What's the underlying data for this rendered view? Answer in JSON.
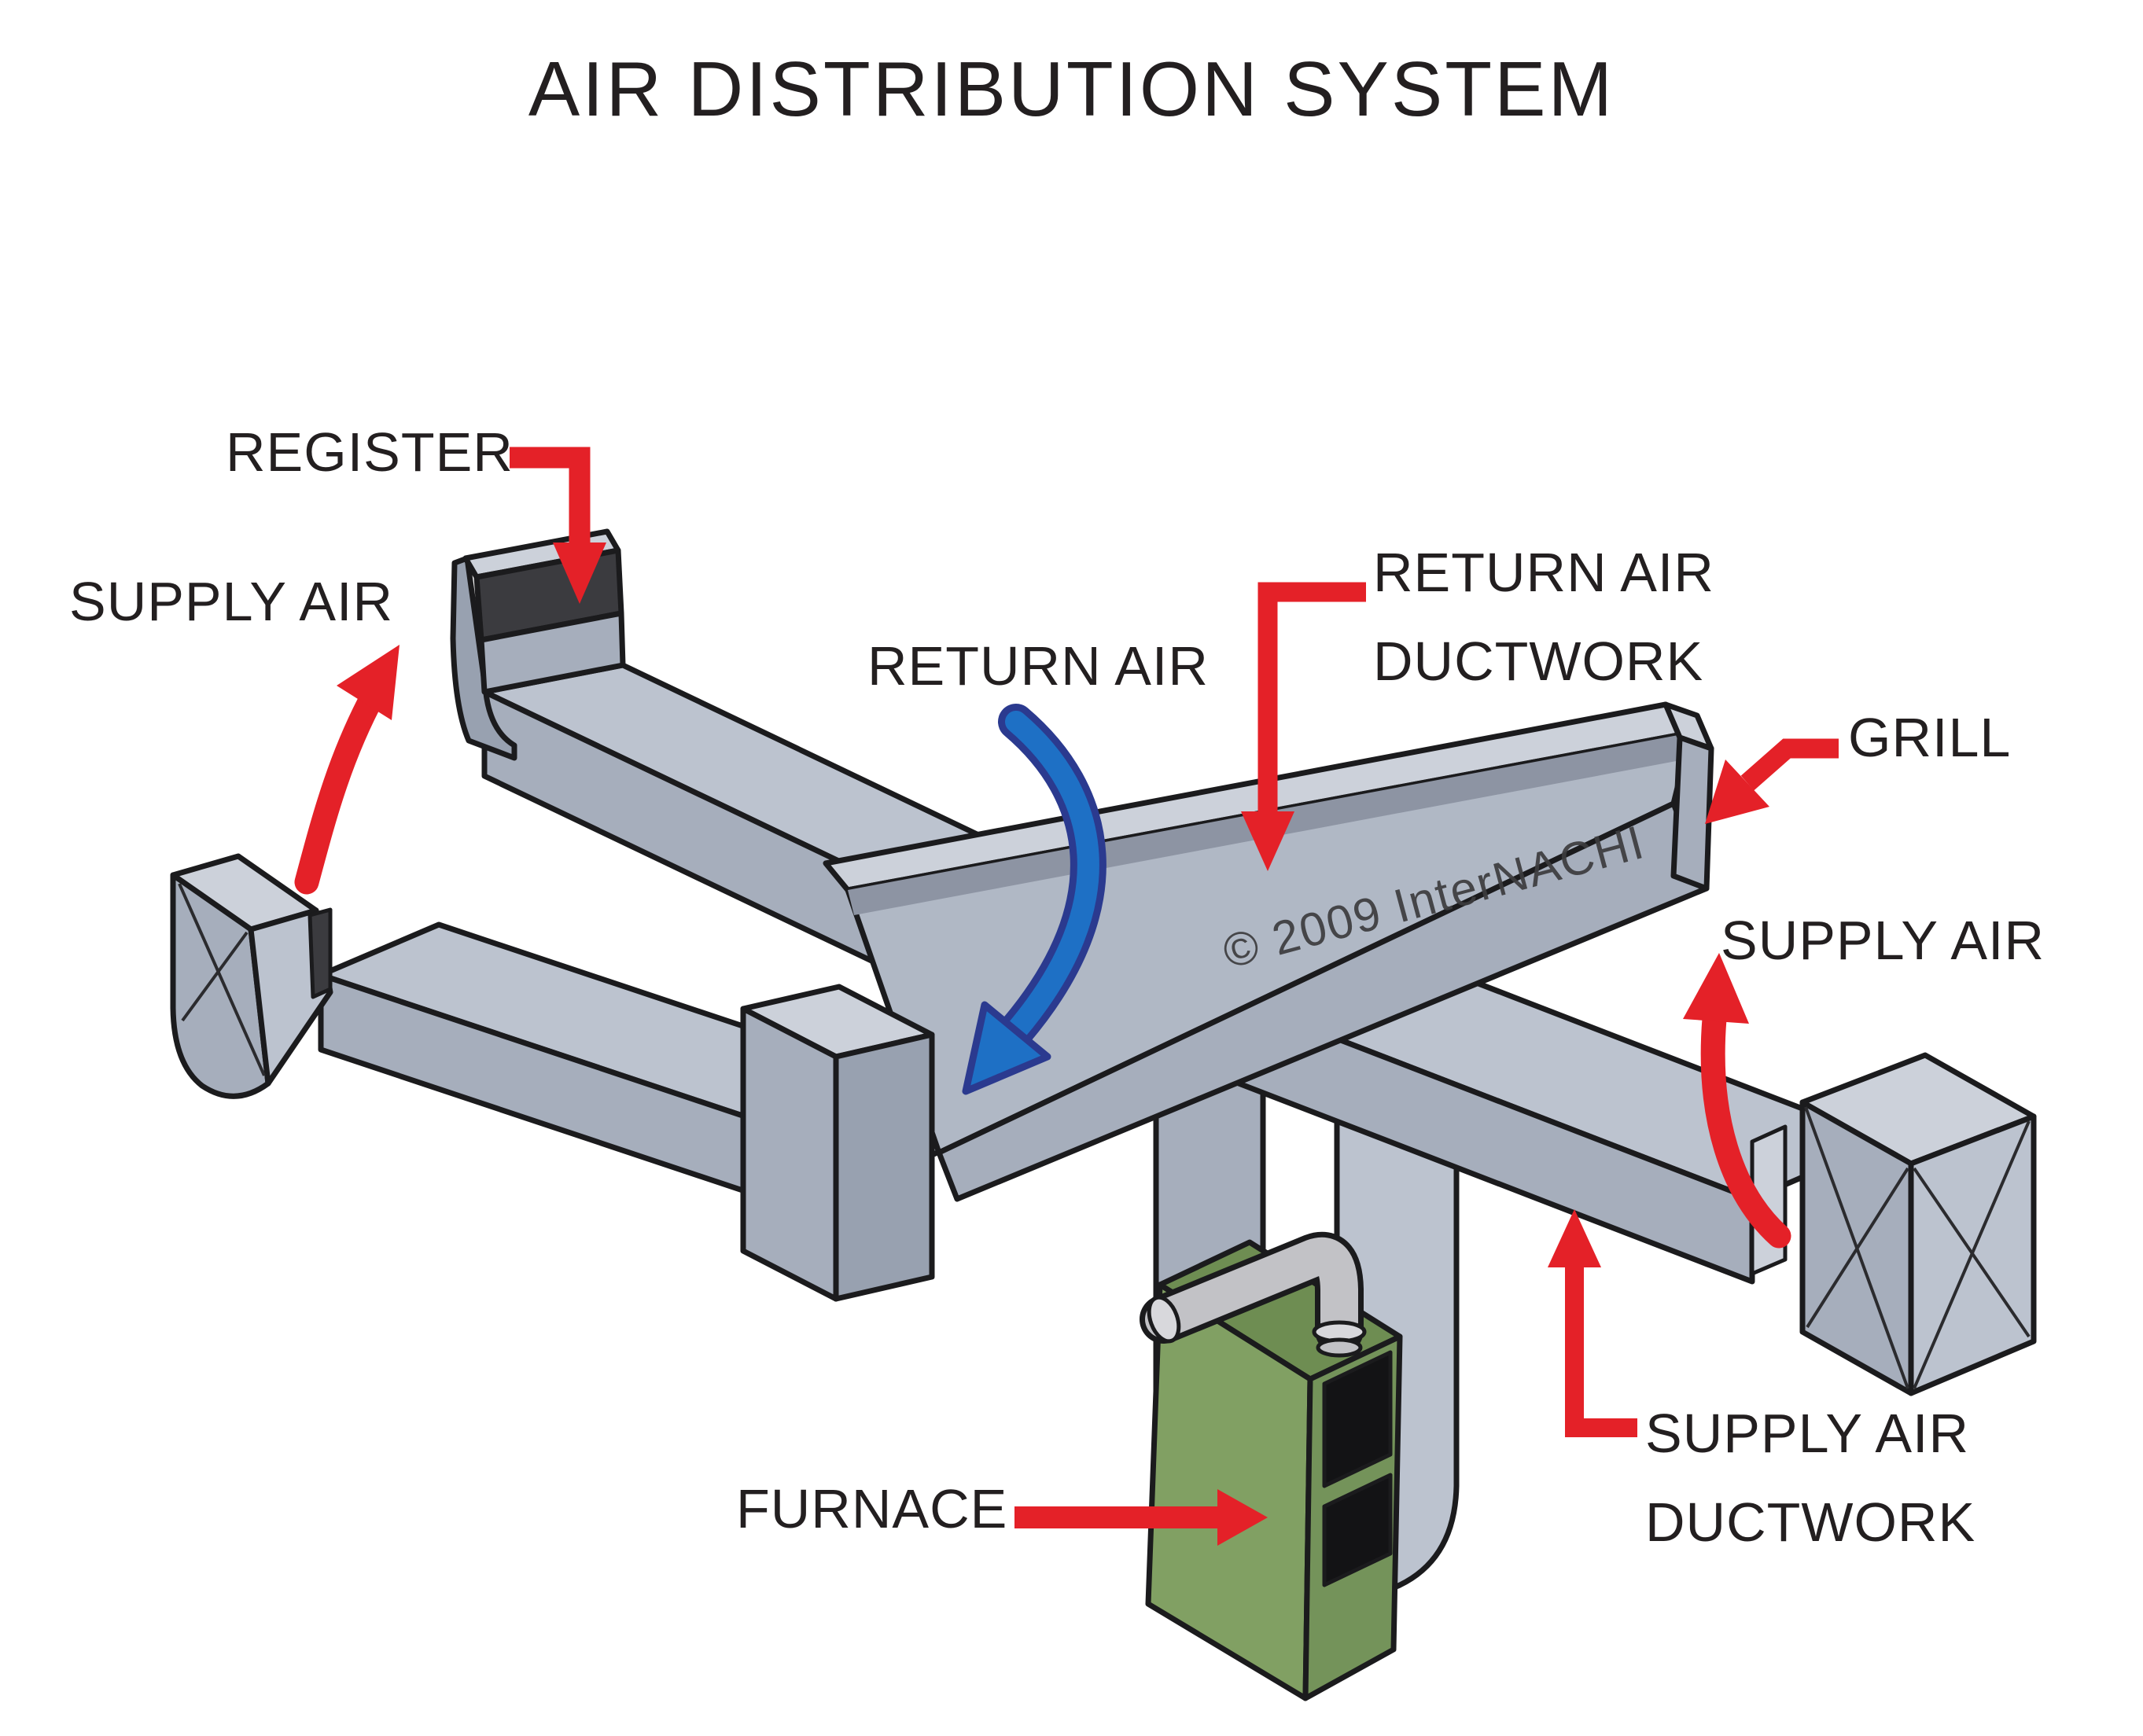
{
  "title": "AIR DISTRIBUTION SYSTEM",
  "watermark": "© 2009 InterNACHI",
  "labels": {
    "register": "REGISTER",
    "supply_air_left": "SUPPLY AIR",
    "return_air": "RETURN AIR",
    "return_air_ductwork": {
      "line1": "RETURN AIR",
      "line2": "DUCTWORK"
    },
    "grill": "GRILL",
    "supply_air_right": "SUPPLY AIR",
    "furnace": "FURNACE",
    "supply_air_ductwork": {
      "line1": "SUPPLY AIR",
      "line2": "DUCTWORK"
    }
  },
  "colors": {
    "ink": "#231f20",
    "outline": "#1b1b1d",
    "red": "#e42128",
    "blue": "#1e70c5",
    "blue_dark": "#2b3a8f",
    "duct_top": "#bcc3cf",
    "duct_top_light": "#ccd1da",
    "duct_floor": "#b0b8c5",
    "duct_side": "#a6aebc",
    "duct_side_dark": "#98a1b0",
    "duct_shadow": "#8d94a3",
    "register_dark": "#3b3b3f",
    "furnace_front": "#81a063",
    "furnace_side": "#74935a",
    "furnace_top": "#6e8d52",
    "grille": "#131315",
    "pipe": "#c2c2c6",
    "pipe_light": "#d8d8dc",
    "watermark": "#3c3c3e"
  }
}
